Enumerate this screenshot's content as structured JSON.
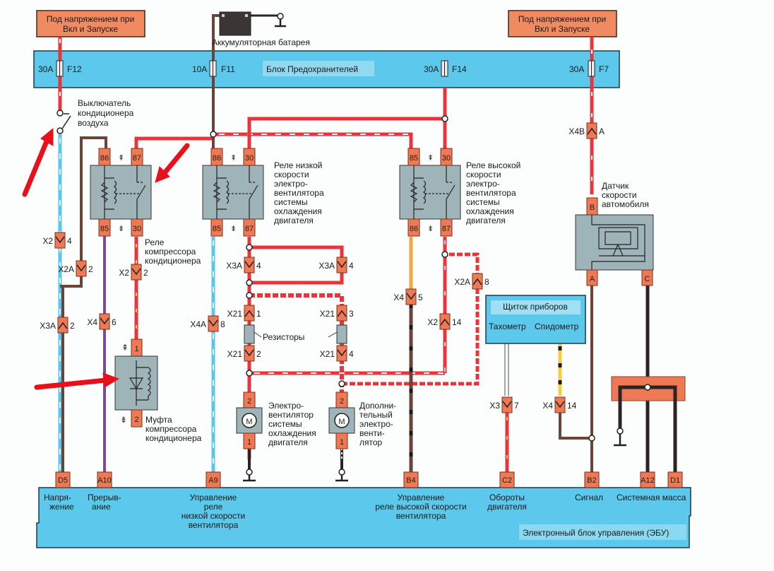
{
  "power_sources": [
    {
      "line1": "Под напряжением при",
      "line2": "Вкл и Запуске"
    },
    {
      "line1": "Под напряжением при",
      "line2": "Вкл и Запуске"
    }
  ],
  "battery": {
    "label": "Аккумуляторная батарея"
  },
  "fuse_block": {
    "label": "Блок Предохранителей",
    "fuses": [
      {
        "rating": "30A",
        "id": "F12"
      },
      {
        "rating": "10A",
        "id": "F11"
      },
      {
        "rating": "30A",
        "id": "F14"
      },
      {
        "rating": "30A",
        "id": "F7"
      }
    ]
  },
  "ac_switch": {
    "line1": "Выключатель",
    "line2": "кондиционера",
    "line3": "воздуха"
  },
  "relays": {
    "compressor": {
      "pins": [
        "86",
        "87",
        "85",
        "30"
      ],
      "line1": "Реле",
      "line2": "компрессора",
      "line3": "кондиционера"
    },
    "low_speed": {
      "pins": [
        "86",
        "30",
        "85",
        "87"
      ],
      "lines": [
        "Реле низкой",
        "скорости",
        "электро-",
        "вентилятора",
        "системы",
        "охлаждения",
        "двигателя"
      ]
    },
    "high_speed": {
      "pins": [
        "85",
        "30",
        "86",
        "87"
      ],
      "lines": [
        "Реле высокой",
        "скорости",
        "электро-",
        "вентилятора",
        "системы",
        "охлаждения",
        "двигателя"
      ]
    }
  },
  "connectors": [
    {
      "name": "X2",
      "pin": "4"
    },
    {
      "name": "X2A",
      "pin": "2"
    },
    {
      "name": "X2",
      "pin": "2"
    },
    {
      "name": "X3A",
      "pin": "2"
    },
    {
      "name": "X4",
      "pin": "6"
    },
    {
      "name": "X4A",
      "pin": "8"
    },
    {
      "name": "X3A",
      "pin": "4"
    },
    {
      "name": "X3A",
      "pin": "4"
    },
    {
      "name": "X21",
      "pin": "1"
    },
    {
      "name": "X21",
      "pin": "2"
    },
    {
      "name": "X21",
      "pin": "3"
    },
    {
      "name": "X21",
      "pin": "4"
    },
    {
      "name": "X4",
      "pin": "5"
    },
    {
      "name": "X2",
      "pin": "14"
    },
    {
      "name": "X2A",
      "pin": "8"
    },
    {
      "name": "X3",
      "pin": "7"
    },
    {
      "name": "X4",
      "pin": "14"
    },
    {
      "name": "X4B",
      "pin": "A"
    }
  ],
  "resistors": {
    "label": "Резисторы"
  },
  "clutch": {
    "pins": [
      "1",
      "2"
    ],
    "line1": "Муфта",
    "line2": "компрессора",
    "line3": "кондиционера"
  },
  "fan_main": {
    "pins": [
      "2",
      "1"
    ],
    "symbol": "M",
    "lines": [
      "Электро-",
      "вентилятор",
      "системы",
      "охлаждения",
      "двигателя"
    ]
  },
  "fan_aux": {
    "pins": [
      "2",
      "1"
    ],
    "symbol": "M",
    "lines": [
      "Дополни-",
      "тельный",
      "электро-",
      "венти-",
      "лятор"
    ]
  },
  "speed_sensor": {
    "pins": [
      "B",
      "A",
      "C"
    ],
    "lines": [
      "Датчик",
      "скорости",
      "автомобиля"
    ]
  },
  "instrument_cluster": {
    "title": "Щиток приборов",
    "tachometer": "Тахометр",
    "speedometer": "Спидометр"
  },
  "ecu": {
    "label": "Электронный блок управления (ЭБУ)",
    "pins": [
      "D5",
      "A10",
      "A9",
      "B4",
      "C2",
      "B2",
      "A12",
      "D1"
    ],
    "captions": {
      "d5": [
        "Напря-",
        "жение"
      ],
      "a10": [
        "Прерыв-",
        "ание"
      ],
      "a9": [
        "Управление",
        "реле",
        "низкой скорости",
        "вентилятора"
      ],
      "b4": [
        "Управление",
        "реле высокой скорости",
        "вентилятора"
      ],
      "c2": [
        "Обороты",
        "двигателя"
      ],
      "b2": "Сигнал",
      "ground": "Системная масса"
    }
  },
  "colors": {
    "fuse_block": "#5cc8ec",
    "ecu": "#5cc8ec",
    "power_box": "#f08a60",
    "relay_body": "#9fb4b8",
    "pin": "#ee7a55",
    "wire_red": "#e8343a",
    "wire_brown": "#6b4438",
    "wire_blue": "#5ac6ee",
    "wire_purple": "#7e4a98",
    "wire_black": "#2c2424",
    "wire_orange": "#f0a840",
    "annotation_arrow": "#e8101a"
  }
}
